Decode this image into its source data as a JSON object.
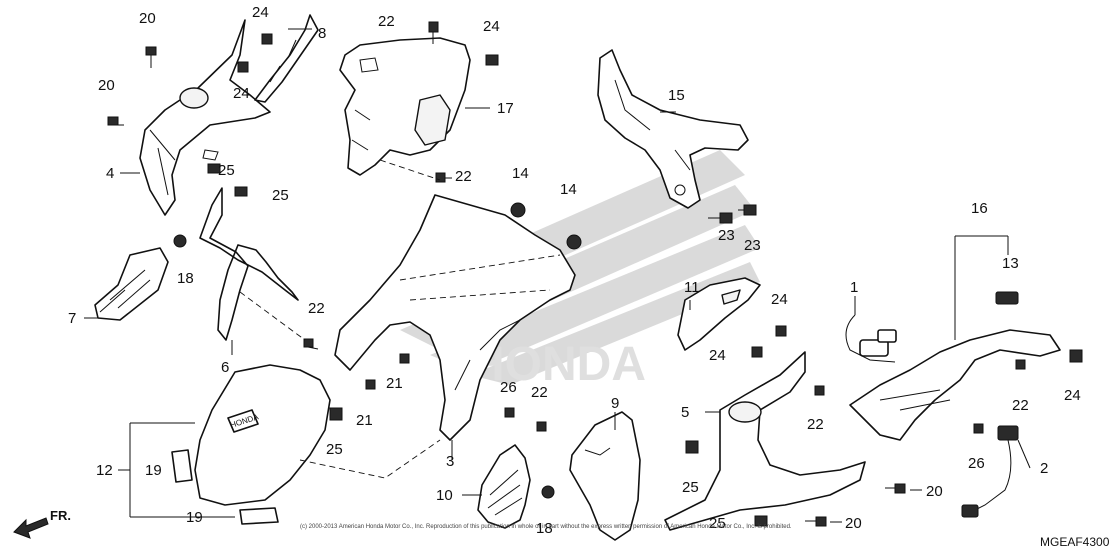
{
  "diagram": {
    "code": "MGEAF4300",
    "direction_label": "FR.",
    "copyright": "(c) 2000-2013 American Honda Motor Co., Inc. Reproduction of this publication in whole or in part without the express written permission of American Honda Motor Co., Inc. is prohibited.",
    "badge_text": "HONDA",
    "callouts": [
      {
        "id": "c20a",
        "text": "20"
      },
      {
        "id": "c24a",
        "text": "24"
      },
      {
        "id": "c8",
        "text": "8"
      },
      {
        "id": "c20b",
        "text": "20"
      },
      {
        "id": "c24b",
        "text": "24"
      },
      {
        "id": "c4",
        "text": "4"
      },
      {
        "id": "c25a",
        "text": "25"
      },
      {
        "id": "c25b",
        "text": "25"
      },
      {
        "id": "c7",
        "text": "7"
      },
      {
        "id": "c18a",
        "text": "18"
      },
      {
        "id": "c6",
        "text": "6"
      },
      {
        "id": "c22a",
        "text": "22"
      },
      {
        "id": "c22b",
        "text": "22"
      },
      {
        "id": "c24c",
        "text": "24"
      },
      {
        "id": "c17",
        "text": "17"
      },
      {
        "id": "c22c",
        "text": "22"
      },
      {
        "id": "c14a",
        "text": "14"
      },
      {
        "id": "c14b",
        "text": "14"
      },
      {
        "id": "c15",
        "text": "15"
      },
      {
        "id": "c23a",
        "text": "23"
      },
      {
        "id": "c23b",
        "text": "23"
      },
      {
        "id": "c16",
        "text": "16"
      },
      {
        "id": "c13",
        "text": "13"
      },
      {
        "id": "c1",
        "text": "1"
      },
      {
        "id": "c11",
        "text": "11"
      },
      {
        "id": "c24d",
        "text": "24"
      },
      {
        "id": "c24e",
        "text": "24"
      },
      {
        "id": "c22d",
        "text": "22"
      },
      {
        "id": "c24f",
        "text": "24"
      },
      {
        "id": "c22e",
        "text": "22"
      },
      {
        "id": "c21a",
        "text": "21"
      },
      {
        "id": "c21b",
        "text": "21"
      },
      {
        "id": "c26a",
        "text": "26"
      },
      {
        "id": "c22f",
        "text": "22"
      },
      {
        "id": "c9",
        "text": "9"
      },
      {
        "id": "c5",
        "text": "5"
      },
      {
        "id": "c26b",
        "text": "26"
      },
      {
        "id": "c2",
        "text": "2"
      },
      {
        "id": "c12",
        "text": "12"
      },
      {
        "id": "c19a",
        "text": "19"
      },
      {
        "id": "c19b",
        "text": "19"
      },
      {
        "id": "c25c",
        "text": "25"
      },
      {
        "id": "c3",
        "text": "3"
      },
      {
        "id": "c10",
        "text": "10"
      },
      {
        "id": "c18b",
        "text": "18"
      },
      {
        "id": "c25d",
        "text": "25"
      },
      {
        "id": "c25e",
        "text": "25"
      },
      {
        "id": "c20c",
        "text": "20"
      },
      {
        "id": "c20d",
        "text": "20"
      }
    ]
  }
}
